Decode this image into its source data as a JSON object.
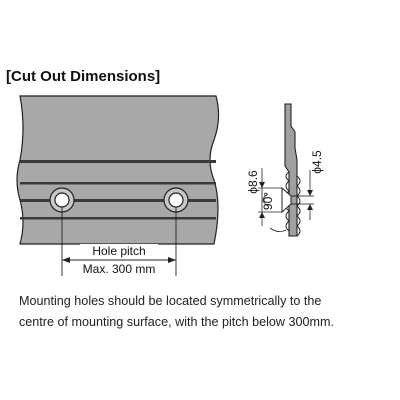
{
  "title": "[Cut Out Dimensions]",
  "labels": {
    "hole_pitch": "Hole pitch",
    "max_pitch": "Max. 300 mm",
    "hole_outer_dia": "ϕ8.6",
    "hole_inner_dia": "ϕ4.5",
    "countersink_angle": "90°"
  },
  "caption": {
    "line1": "Mounting holes should be located symmetrically to the",
    "line2": "centre of mounting surface, with the pitch below 300mm."
  },
  "colors": {
    "rail_fill": "#a8a8a8",
    "rail_groove": "#3a3a3a",
    "outline": "#222222"
  }
}
